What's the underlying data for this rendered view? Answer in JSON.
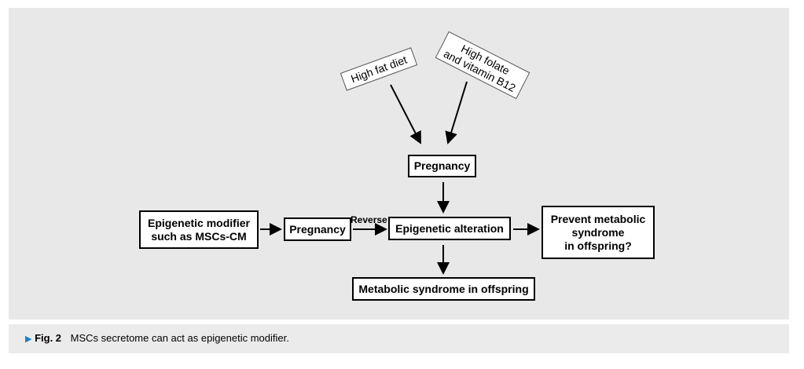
{
  "boxes": {
    "high_fat_diet": "High fat diet",
    "folate_line1": "High folate",
    "folate_line2": "and vitamin B12",
    "pregnancy_top": "Pregnancy",
    "modifier_line1": "Epigenetic modifier",
    "modifier_line2": "such as MSCs-CM",
    "pregnancy_left": "Pregnancy",
    "epigenetic_alteration": "Epigenetic alteration",
    "prevent_line1": "Prevent metabolic",
    "prevent_line2": "syndrome",
    "prevent_line3": "in offspring?",
    "metabolic_syndrome": "Metabolic syndrome in offspring"
  },
  "reverse_label": "Reverse",
  "caption": {
    "marker": "▶",
    "label": "Fig. 2",
    "text": "MSCs secretome can act as epigenetic modifier."
  },
  "colors": {
    "panel": "#e8e8e8",
    "caption_marker": "#1e7fc7"
  }
}
